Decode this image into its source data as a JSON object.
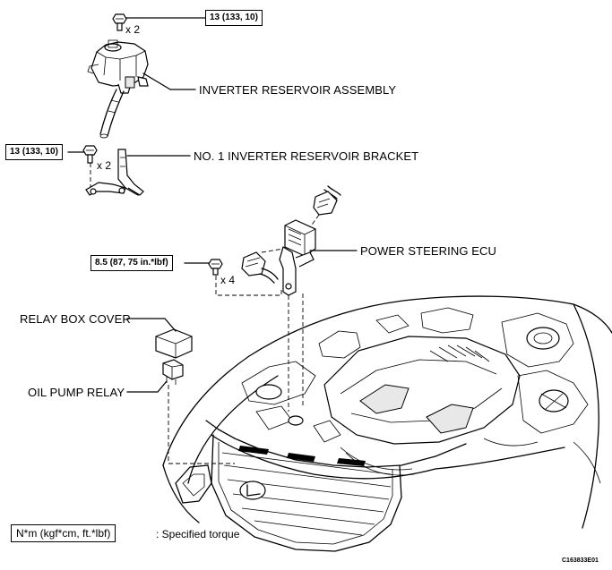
{
  "parts": {
    "reservoir": "INVERTER  RESERVOIR ASSEMBLY",
    "bracket": "NO. 1 INVERTER RESERVOIR BRACKET",
    "ecu": "POWER STEERING ECU",
    "relay_cover": "RELAY BOX COVER",
    "relay": "OIL PUMP RELAY"
  },
  "torques": {
    "reservoir_bolts": "13 (133, 10)",
    "bracket_bolts": "13 (133, 10)",
    "ecu_bolts": "8.5 (87, 75 in.*lbf)"
  },
  "quantities": {
    "reservoir_bolts": "x 2",
    "bracket_bolts": "x 2",
    "ecu_bolts": "x 4"
  },
  "legend": {
    "unit": "N*m (kgf*cm, ft.*lbf)",
    "text": ": Specified torque"
  },
  "figure_code": "C163833E01",
  "icons": {
    "bolt": "bolt-icon",
    "reservoir": "reservoir-icon",
    "bracket": "bracket-icon",
    "ecu": "ecu-icon",
    "connector": "connector-icon",
    "relay_cover": "relay-cover-icon",
    "relay": "relay-icon",
    "vehicle": "engine-bay-icon",
    "emblem": "emblem-icon"
  }
}
